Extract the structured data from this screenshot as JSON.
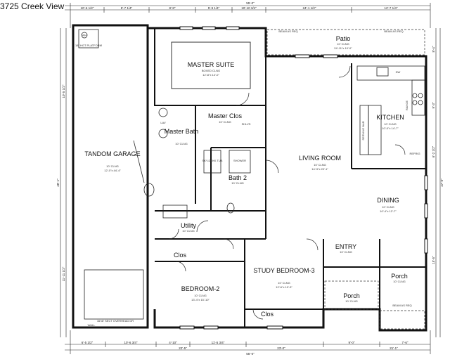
{
  "header": {
    "title": "3725 Creek View"
  },
  "rooms": [
    {
      "id": "master-suite",
      "label": "MASTER SUITE",
      "sub": [
        "BOXED CLNG",
        "12'-8\"x 14'-0\""
      ]
    },
    {
      "id": "master-clos",
      "label": "Master Clos",
      "sub": [
        "10' CLNG"
      ]
    },
    {
      "id": "master-bath",
      "label": "Master Bath",
      "sub": [
        "10' CLNG"
      ]
    },
    {
      "id": "tandom-garage",
      "label": "TANDOM GARAGE",
      "sub": [
        "10' CLNG",
        "12'-0\"x 44'-4\""
      ]
    },
    {
      "id": "living-room",
      "label": "LIVING ROOM",
      "sub": [
        "10' CLNG",
        "14'-3\"x 20'-1\""
      ]
    },
    {
      "id": "kitchen",
      "label": "KITCHEN",
      "sub": [
        "10' CLNG",
        "10'-0\"x 14'-7\""
      ]
    },
    {
      "id": "dining",
      "label": "DINING",
      "sub": [
        "10' CLNG",
        "10'-4\"x 12'-7\""
      ]
    },
    {
      "id": "patio",
      "label": "Patio",
      "sub": [
        "10' CLNG",
        "24'-11\"x 10'-0\""
      ]
    },
    {
      "id": "bath-2",
      "label": "Bath 2",
      "sub": [
        "10' CLNG"
      ]
    },
    {
      "id": "utility",
      "label": "Utility",
      "sub": [
        "10' CLNG"
      ]
    },
    {
      "id": "clos-1",
      "label": "Clos",
      "sub": []
    },
    {
      "id": "bedroom-2",
      "label": "BEDROOM-2",
      "sub": [
        "10' CLNG",
        "13'-4\"x 15'-10\""
      ]
    },
    {
      "id": "study",
      "label": "STUDY BEDROOM-3",
      "sub": [
        "10' CLNG",
        "12'-6\"x 10'-3\""
      ]
    },
    {
      "id": "clos-2",
      "label": "Clos",
      "sub": []
    },
    {
      "id": "entry",
      "label": "ENTRY",
      "sub": [
        "10' CLNG"
      ]
    },
    {
      "id": "porch-1",
      "label": "Porch",
      "sub": [
        "10' CLNG"
      ]
    },
    {
      "id": "porch-2",
      "label": "Porch",
      "sub": [
        "10' CLNG"
      ]
    }
  ],
  "notes": {
    "wh": "WH",
    "platform": "18\" HGT PLATFORM",
    "overhead_door": "16'x8' SECT OVERHEAD DR",
    "wall": "WALL",
    "beam_patio_left": "BEAM AS REQ",
    "beam_patio_right": "BEAM AS REQ",
    "beam_porch": "BEAM AS REQ",
    "tub": "SKY-DEKK TUB",
    "shower": "SHOWER",
    "serving_bar": "SERVING BAR",
    "refrig": "REFRIG",
    "dw": "DW",
    "lav": "LAV",
    "shelf": "SHLVS",
    "range": "RANGE"
  },
  "dimensions": {
    "overall_top": "55'-0\"",
    "overall_left": "48'-1\"",
    "overall_right": "47'-0\"",
    "overall_bottom": "55'-0\"",
    "top_segments": [
      "10'-6 1/2\"",
      "5'-7 1/4\"",
      "8'-8\"",
      "5'-9 1/4\"",
      "10'-10 3/4\"",
      "24'-1 1/2\"",
      "12'-7 1/4\""
    ],
    "bottom_segments": [
      "6'-5 1/2\"",
      "10'-6 3/4\"",
      "4'-10\"",
      "11'-5 3/4\"",
      "9'-0\"",
      "7'-6\""
    ],
    "bottom_totals": [
      "22'-5\"",
      "23'-0\"",
      "21'-1\""
    ],
    "left_segments": [
      "10'-5 1/2\"",
      "11'-11 1/2\""
    ],
    "right_segments": [
      "8'-4\"",
      "9'-3\"",
      "6'-2 1/2\"",
      "15'-5\""
    ]
  }
}
